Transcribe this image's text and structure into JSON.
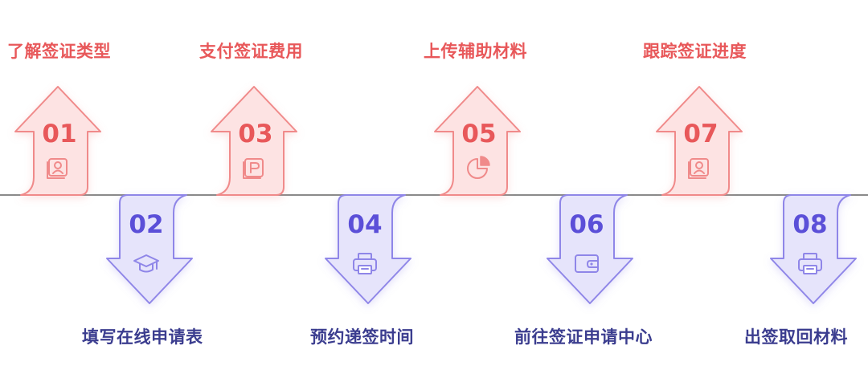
{
  "steps": [
    {
      "num": "01",
      "label": "了解签证类型",
      "dir": "up",
      "icon": "id-card-icon"
    },
    {
      "num": "02",
      "label": "填写在线申请表",
      "dir": "down",
      "icon": "graduation-cap-icon"
    },
    {
      "num": "03",
      "label": "支付签证费用",
      "dir": "up",
      "icon": "parking-ticket-icon"
    },
    {
      "num": "04",
      "label": "预约递签时间",
      "dir": "down",
      "icon": "printer-icon"
    },
    {
      "num": "05",
      "label": "上传辅助材料",
      "dir": "up",
      "icon": "pie-chart-icon"
    },
    {
      "num": "06",
      "label": "前往签证申请中心",
      "dir": "down",
      "icon": "wallet-icon"
    },
    {
      "num": "07",
      "label": "跟踪签证进度",
      "dir": "up",
      "icon": "id-card-icon"
    },
    {
      "num": "08",
      "label": "出签取回材料",
      "dir": "down",
      "icon": "printer-icon"
    }
  ],
  "colors": {
    "up_fill": "#fde3e3",
    "up_stroke": "#f08a8a",
    "up_text": "#e8585a",
    "down_fill": "#e6e4fb",
    "down_stroke": "#8f86e8",
    "down_text": "#5b4fd8",
    "down_label": "#3b3d8f",
    "axis": "#8a8a8a"
  }
}
